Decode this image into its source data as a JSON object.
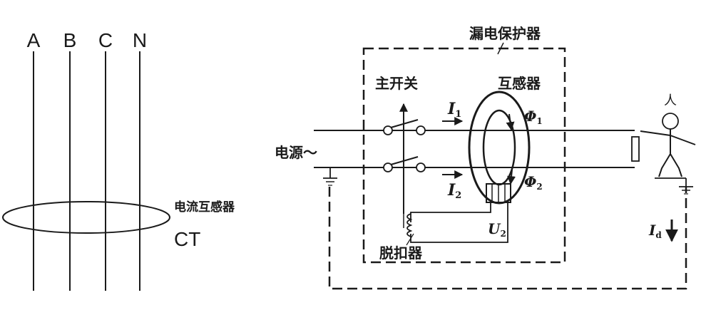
{
  "left_diagram": {
    "phase_labels": [
      "A",
      "B",
      "C",
      "N"
    ],
    "ct_name": "电流互感器",
    "ct_abbr": "CT"
  },
  "right_diagram": {
    "protector_label": "漏电保护器",
    "main_switch_label": "主开关",
    "transformer_label": "互感器",
    "trip_label": "脱扣器",
    "source_label": "电源～",
    "person_label": "人",
    "current_1": {
      "base": "I",
      "sub": "1"
    },
    "current_2": {
      "base": "I",
      "sub": "2"
    },
    "flux_1": {
      "base": "Φ",
      "sub": "1"
    },
    "flux_2": {
      "base": "Φ",
      "sub": "2"
    },
    "voltage": {
      "base": "U",
      "sub": "2"
    },
    "leak_current": {
      "base": "I",
      "sub": "d"
    }
  },
  "colors": {
    "ink": "#1a1a1a",
    "background": "#ffffff"
  }
}
